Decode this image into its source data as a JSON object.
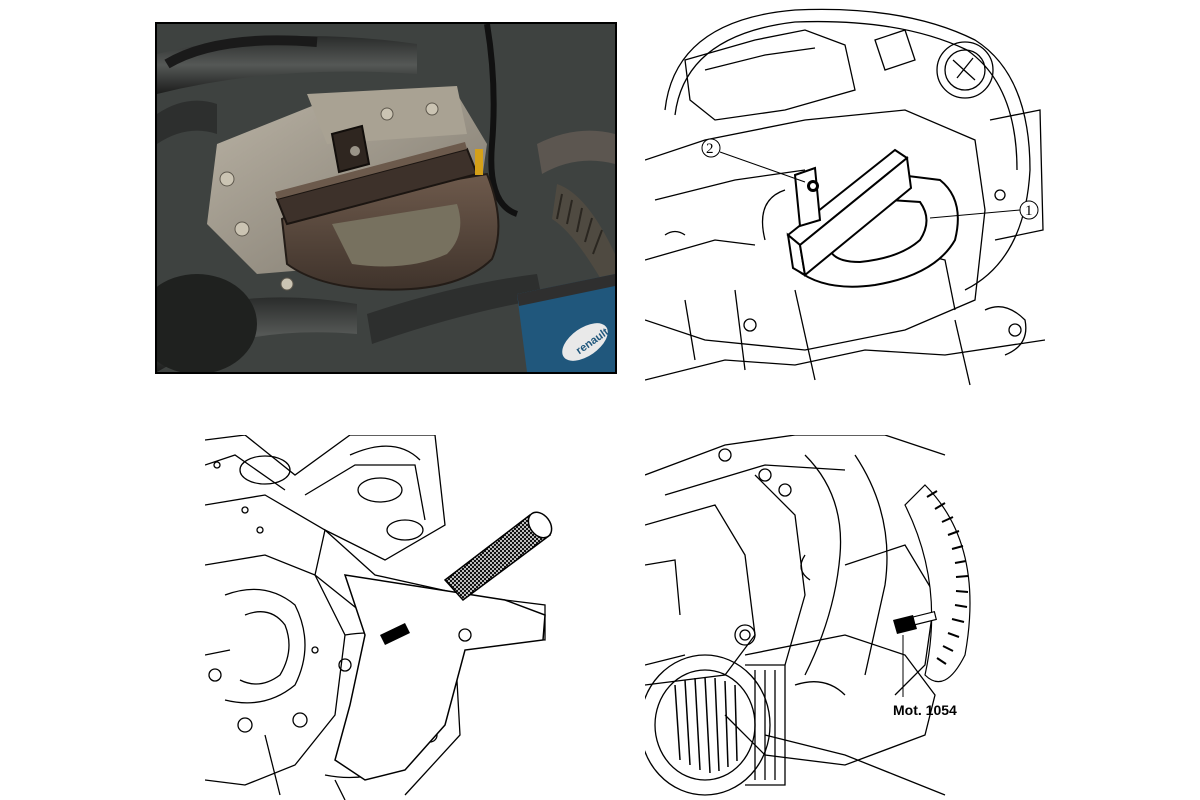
{
  "figures": {
    "photo": {
      "battery_brand": "renault"
    },
    "engine_top_view": {
      "callout_1": "1",
      "callout_2": "2"
    },
    "crankshaft_view": {},
    "flywheel_view": {
      "tool_label": "Mot. 1054"
    }
  }
}
